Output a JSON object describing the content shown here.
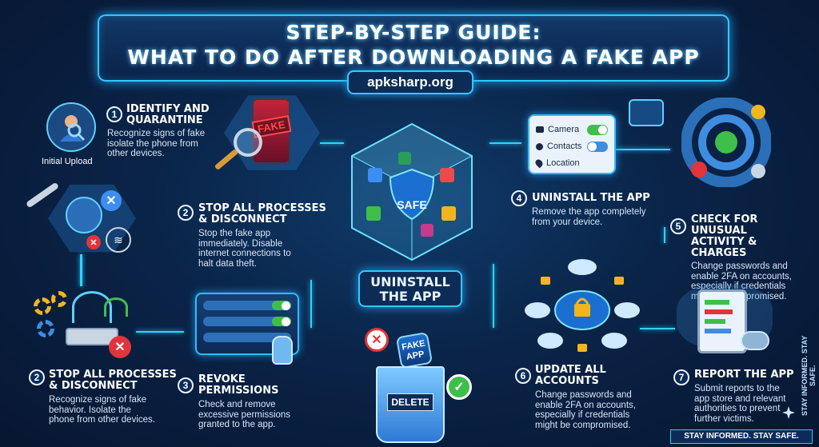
{
  "title": {
    "line1": "STEP-BY-STEP GUIDE:",
    "line2": "WHAT TO DO AFTER DOWNLOADING A FAKE APP"
  },
  "brand": "apksharp.org",
  "upload_label": "Initial Upload",
  "steps": {
    "s1": {
      "num": "1",
      "heading1": "IDENTIFY AND",
      "heading2": "QUARANTINE",
      "desc1": "Recognize signs of fake",
      "desc2": "isolate the phone from",
      "desc3": "other devices."
    },
    "s2a": {
      "num": "2",
      "heading1": "STOP ALL PROCESSES",
      "heading2": "& DISCONNECT",
      "desc1": "Stop the fake app",
      "desc2": "immediately. Disable",
      "desc3": "internet connections to",
      "desc4": "halt data theft."
    },
    "s2b": {
      "num": "2",
      "heading1": "STOP ALL PROCESSES",
      "heading2": "& DISCONNECT",
      "desc1": "Recognize signs of fake",
      "desc2": "behavior. Isolate the",
      "desc3": "phone from other devices."
    },
    "s3": {
      "num": "3",
      "heading1": "REVOKE",
      "heading2": "PERMISSIONS",
      "desc1": "Check and remove",
      "desc2": "excessive permissions",
      "desc3": "granted to the app."
    },
    "s4": {
      "num": "4",
      "heading1": "UNINSTALL THE APP",
      "desc1": "Remove the app completely",
      "desc2": "from your device."
    },
    "s5": {
      "num": "5",
      "heading1": "CHECK FOR UNUSUAL",
      "heading2": "ACTIVITY & CHARGES",
      "desc1": "Change passwords and",
      "desc2": "enable 2FA on accounts,",
      "desc3": "especially if credentials",
      "desc4": "might be compromised."
    },
    "s6": {
      "num": "6",
      "heading1": "UPDATE ALL",
      "heading2": "ACCOUNTS",
      "desc1": "Change passwords and",
      "desc2": "enable 2FA on accounts,",
      "desc3": "especially if credentials",
      "desc4": "might be compromised."
    },
    "s7": {
      "num": "7",
      "heading1": "REPORT THE APP",
      "desc1": "Submit reports to the",
      "desc2": "app store and relevant",
      "desc3": "authorities to prevent",
      "desc4": "further victims."
    }
  },
  "permissions": [
    {
      "label": "Camera",
      "state": "on"
    },
    {
      "label": "Contacts",
      "state": "off"
    },
    {
      "label": "Location",
      "state": "none"
    }
  ],
  "fake_label": "FAKE",
  "safe_label": "SAFE",
  "uninstall": {
    "line1": "UNINSTALL",
    "line2": "THE APP"
  },
  "fake_app_label": {
    "line1": "FAKE",
    "line2": "APP"
  },
  "delete_label": "DELETE",
  "footer": "STAY INFORMED. STAY SAFE.",
  "side_footer": "STAY INFORMED. STAY SAFE.",
  "colors": {
    "accent": "#2fd3ff",
    "background": "#0a2448",
    "danger": "#e0353a",
    "ok": "#3fbf4a",
    "gold": "#f2b51d"
  }
}
